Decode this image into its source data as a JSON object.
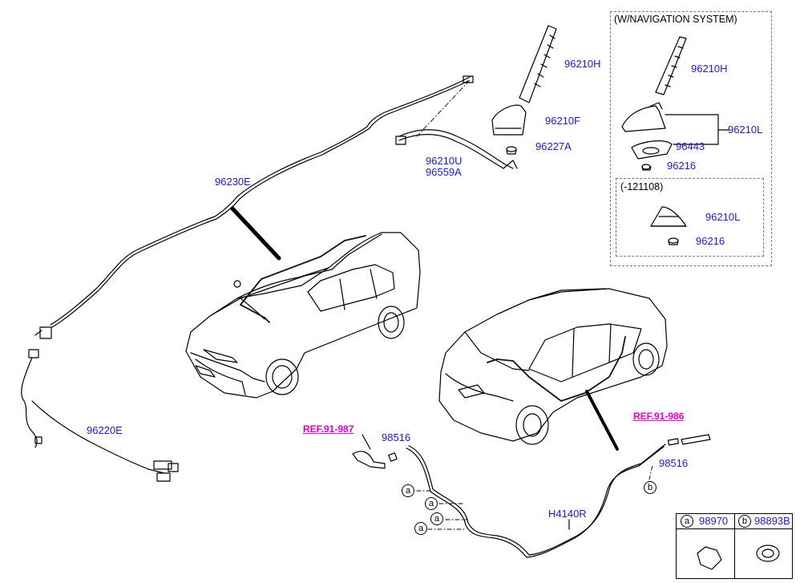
{
  "labels": {
    "p96230E": "96230E",
    "p96220E": "96220E",
    "p96210H": "96210H",
    "p96210F": "96210F",
    "p96227A": "96227A",
    "p96210U": "96210U",
    "p96559A": "96559A",
    "nav_96210H": "96210H",
    "nav_96210L": "96210L",
    "nav_96443": "96443",
    "nav_96216": "96216",
    "old_96210L": "96210L",
    "old_96216": "96216",
    "p98516_left": "98516",
    "p98516_right": "98516",
    "pH4140R": "H4140R"
  },
  "refs": {
    "left": "REF.91-987",
    "right": "REF.91-986"
  },
  "boxes": {
    "nav_title": "(W/NAVIGATION SYSTEM)",
    "old_title": "(-121108)"
  },
  "markers": {
    "a": "a",
    "b": "b"
  },
  "legend": {
    "a_key": "a",
    "a_part": "98970",
    "b_key": "b",
    "b_part": "98893B"
  }
}
